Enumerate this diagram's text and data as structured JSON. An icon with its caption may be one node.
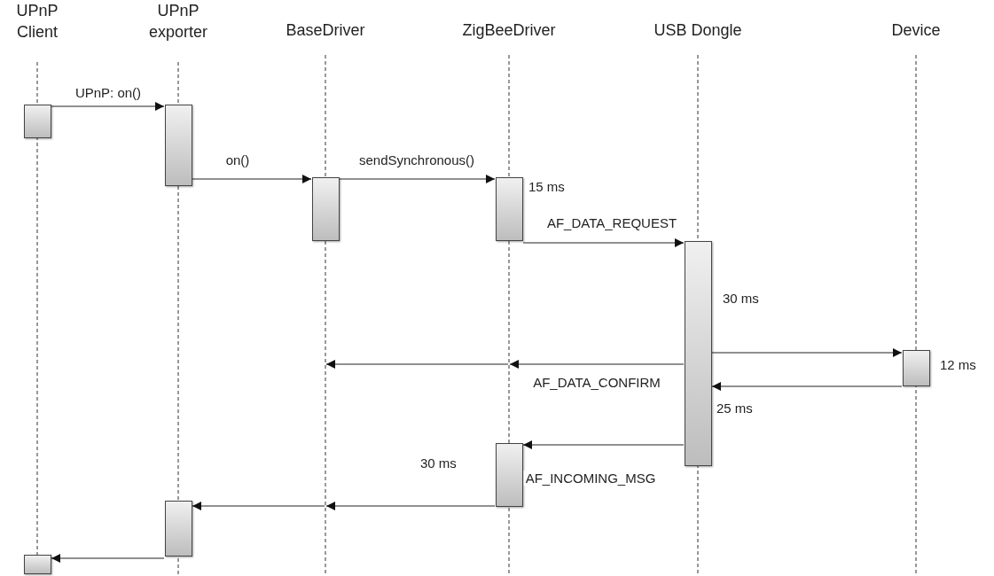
{
  "diagram": {
    "nodes": [
      {
        "text": [
          "UPnP Client"
        ]
      },
      {
        "text": [
          "UPnP exporter"
        ]
      },
      {
        "text": [
          "BaseDriver"
        ]
      },
      {
        "text": [
          "ZigBeeDriver"
        ]
      },
      {
        "text": [
          "USB Dongle"
        ]
      },
      {
        "text": [
          "Device"
        ]
      },
      {
        "text": [],
        "shape": "bar",
        "in": 0
      },
      {
        "text": [],
        "shape": "bar",
        "in": 1
      },
      {
        "text": [],
        "shape": "bar",
        "in": 2
      },
      {
        "text": [],
        "shape": "bar",
        "in": 3,
        "beside": [
          "15 ms"
        ]
      },
      {
        "text": [],
        "shape": "bar",
        "in": 4,
        "beside": [
          "30 ms",
          "25 ms"
        ]
      },
      {
        "text": [],
        "shape": "bar",
        "in": 5,
        "beside": [
          "12 ms"
        ]
      },
      {
        "text": [],
        "shape": "bar",
        "in": 3,
        "beside": [
          "30 ms"
        ]
      },
      {
        "text": [],
        "shape": "bar",
        "in": 1
      },
      {
        "text": [],
        "shape": "bar",
        "in": 0
      }
    ],
    "edges": [
      {
        "from": 6,
        "to": 7,
        "arrow": "to",
        "label": "UPnP: on()"
      },
      {
        "from": 7,
        "to": 8,
        "arrow": "to",
        "label": "on()"
      },
      {
        "from": 8,
        "to": 9,
        "arrow": "to",
        "label": "sendSynchronous()"
      },
      {
        "from": 9,
        "to": 10,
        "arrow": "to",
        "label": "AF_DATA_REQUEST"
      },
      {
        "from": 10,
        "to": 11,
        "arrow": "to"
      },
      {
        "from": 10,
        "to": 3,
        "arrow": "to",
        "label": "AF_DATA_CONFIRM"
      },
      {
        "from": 3,
        "to": 2,
        "arrow": "to"
      },
      {
        "from": 11,
        "to": 10,
        "arrow": "to"
      },
      {
        "from": 10,
        "to": 12,
        "arrow": "to",
        "label": "AF_INCOMING_MSG"
      },
      {
        "from": 12,
        "to": 2,
        "arrow": "to"
      },
      {
        "from": 2,
        "to": 13,
        "arrow": "to"
      },
      {
        "from": 13,
        "to": 14,
        "arrow": "to"
      }
    ]
  }
}
